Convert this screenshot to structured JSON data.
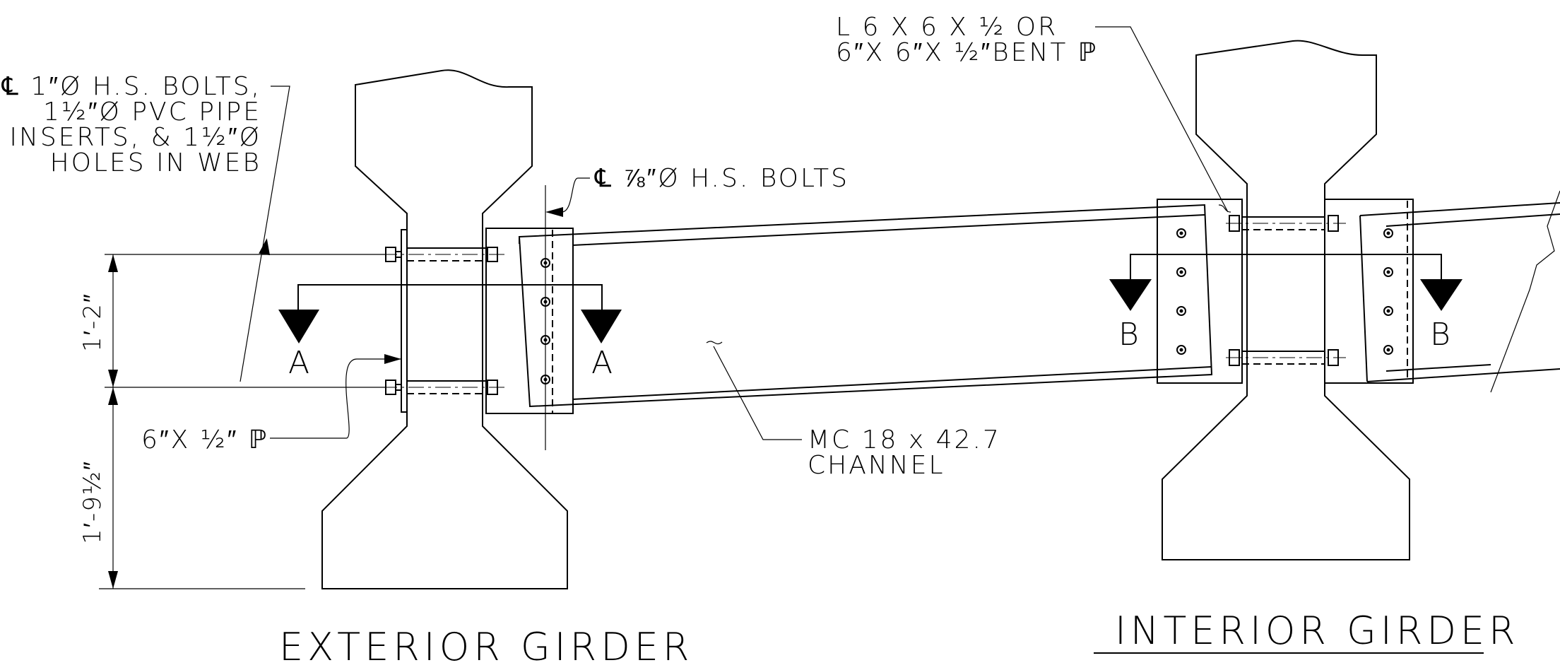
{
  "titles": {
    "exterior": "EXTERIOR GIRDER",
    "interior": "INTERIOR GIRDER"
  },
  "labels": {
    "bolts_1in": [
      "℄ 1″Ø H.S. BOLTS,",
      "1½″Ø PVC PIPE",
      "INSERTS, & 1½″Ø",
      "HOLES IN WEB"
    ],
    "bolts_78": "℄ ⅞″Ø H.S. BOLTS",
    "angle": [
      "L 6 X 6 X ½ OR",
      "6″X 6″X ½″BENT ℙ"
    ],
    "plate": "6″X ½″ ℙ",
    "channel": [
      "MC 18 x 42.7",
      "CHANNEL"
    ]
  },
  "sections": {
    "a_left": "A",
    "a_right": "A",
    "b_left": "B",
    "b_right": "B"
  },
  "dimensions": {
    "upper": "1′-2″",
    "lower": "1′-9½″"
  }
}
